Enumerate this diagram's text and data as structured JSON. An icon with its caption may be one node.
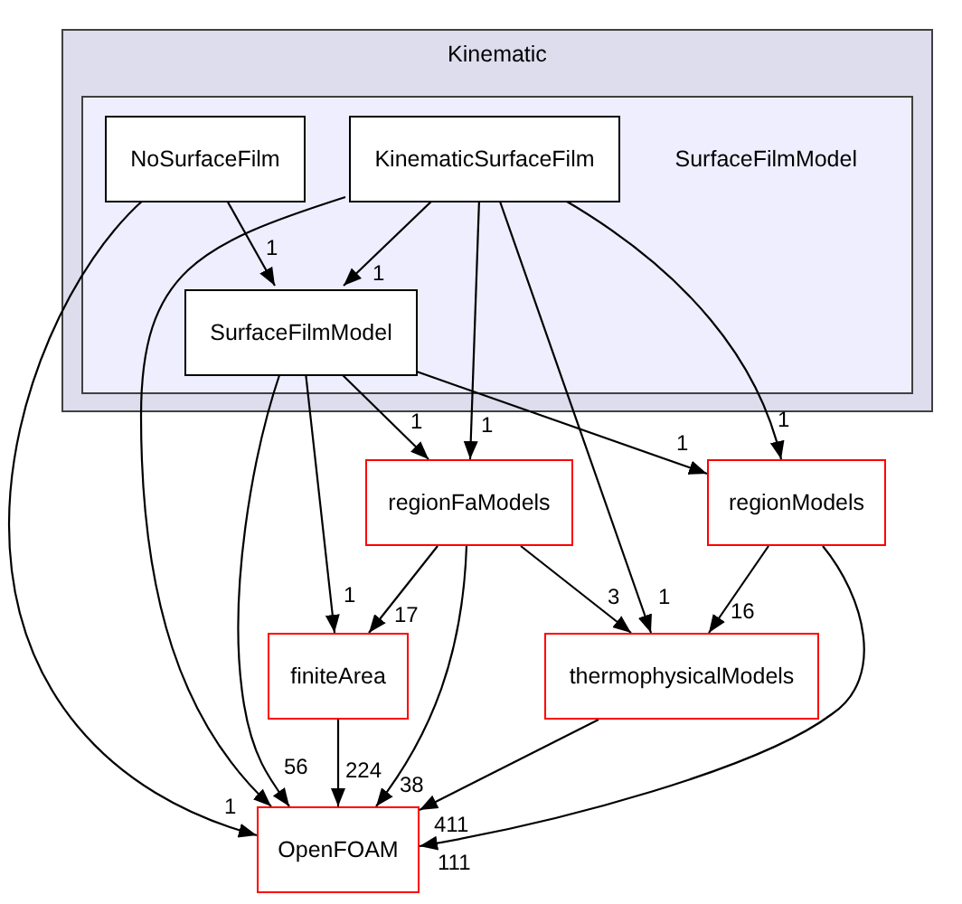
{
  "diagram": {
    "nodes": [
      {
        "text": [
          "Kinematic"
        ]
      },
      {
        "text": [
          "SurfaceFilmModel"
        ],
        "in": 0
      },
      {
        "text": [
          "NoSurfaceFilm"
        ],
        "in": 1
      },
      {
        "text": [
          "KinematicSurfaceFilm"
        ],
        "in": 1
      },
      {
        "text": [
          "SurfaceFilmModel"
        ],
        "in": 1
      },
      {
        "text": [
          "regionFaModels"
        ]
      },
      {
        "text": [
          "regionModels"
        ]
      },
      {
        "text": [
          "finiteArea"
        ]
      },
      {
        "text": [
          "thermophysicalModels"
        ]
      },
      {
        "text": [
          "OpenFOAM"
        ]
      }
    ],
    "edges": [
      {
        "from": 2,
        "to": 4,
        "arrow": "to",
        "label": "1"
      },
      {
        "from": 2,
        "to": 9,
        "arrow": "to",
        "label": "1"
      },
      {
        "from": 3,
        "to": 4,
        "arrow": "to",
        "label": "1"
      },
      {
        "from": 3,
        "to": 9,
        "arrow": "to"
      },
      {
        "from": 3,
        "to": 5,
        "arrow": "to",
        "label": "1"
      },
      {
        "from": 3,
        "to": 8,
        "arrow": "to",
        "label": "1"
      },
      {
        "from": 3,
        "to": 6,
        "arrow": "to",
        "label": "1"
      },
      {
        "from": 4,
        "to": 9,
        "arrow": "to",
        "label": "56"
      },
      {
        "from": 4,
        "to": 7,
        "arrow": "to",
        "label": "1"
      },
      {
        "from": 4,
        "to": 5,
        "arrow": "to",
        "label": "1"
      },
      {
        "from": 4,
        "to": 6,
        "arrow": "to",
        "label": "1"
      },
      {
        "from": 5,
        "to": 7,
        "arrow": "to",
        "label": "17"
      },
      {
        "from": 5,
        "to": 9,
        "arrow": "to",
        "label": "38"
      },
      {
        "from": 5,
        "to": 8,
        "arrow": "to",
        "label": "3"
      },
      {
        "from": 6,
        "to": 8,
        "arrow": "to",
        "label": "16"
      },
      {
        "from": 6,
        "to": 9,
        "arrow": "to",
        "label": "111"
      },
      {
        "from": 7,
        "to": 9,
        "arrow": "to",
        "label": "224"
      },
      {
        "from": 8,
        "to": 9,
        "arrow": "to",
        "label": "411"
      }
    ]
  }
}
